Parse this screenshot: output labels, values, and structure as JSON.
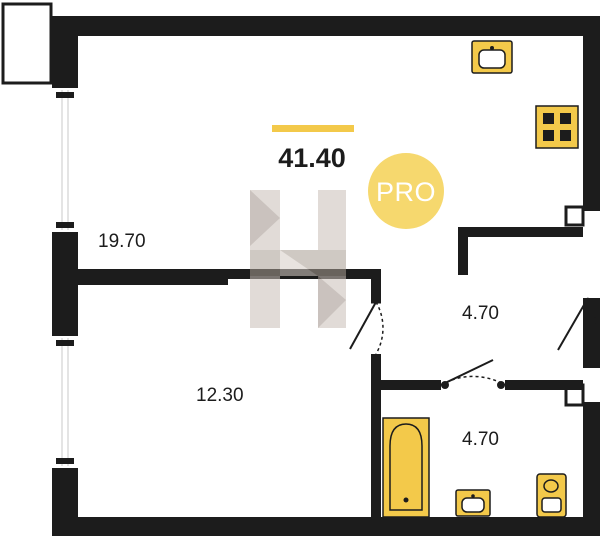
{
  "plan": {
    "total_area": "41.40",
    "badge": "PRO",
    "rooms": [
      {
        "area": "19.70"
      },
      {
        "area": "12.30"
      },
      {
        "area": "4.70"
      },
      {
        "area": "4.70"
      }
    ]
  },
  "colors": {
    "wall": "#1c1c1c",
    "accent": "#f3c94a",
    "badge": "#f6d86e",
    "watermark": "#b8ada4",
    "window": "#d9d9d9"
  },
  "icons": [
    "sink-icon",
    "stove-icon",
    "bathtub-icon",
    "toilet-icon",
    "watermark-logo-icon"
  ]
}
